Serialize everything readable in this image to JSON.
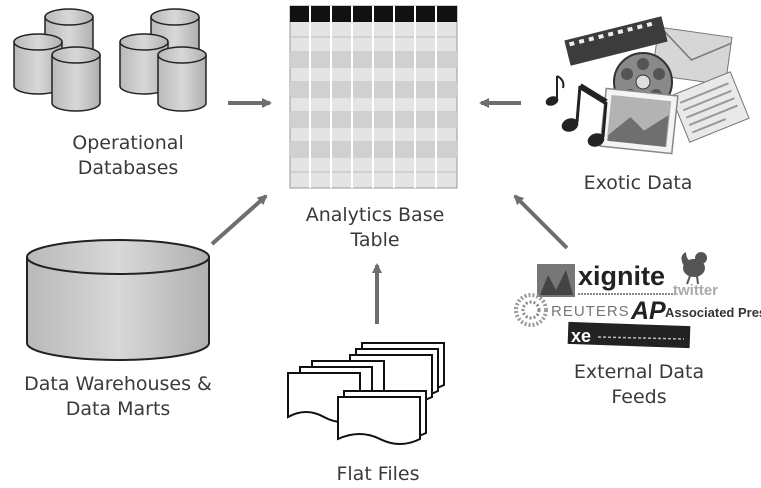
{
  "nodes": {
    "analytics_base_table": {
      "line1": "Analytics Base",
      "line2": "Table"
    },
    "operational_databases": {
      "line1": "Operational",
      "line2": "Databases"
    },
    "exotic_data": {
      "line1": "Exotic Data"
    },
    "data_warehouses": {
      "line1": "Data Warehouses &",
      "line2": "Data Marts"
    },
    "flat_files": {
      "line1": "Flat Files"
    },
    "external_feeds": {
      "line1": "External Data",
      "line2": "Feeds"
    }
  },
  "logos": {
    "xignite": "xignite",
    "twitter": "twitter",
    "reuters": "REUTERS",
    "ap": "AP",
    "associated_press": "Associated Press",
    "xe": "xe"
  },
  "edges": [
    {
      "from": "operational_databases",
      "to": "analytics_base_table"
    },
    {
      "from": "exotic_data",
      "to": "analytics_base_table"
    },
    {
      "from": "data_warehouses",
      "to": "analytics_base_table"
    },
    {
      "from": "flat_files",
      "to": "analytics_base_table"
    },
    {
      "from": "external_feeds",
      "to": "analytics_base_table"
    }
  ],
  "colors": {
    "arrow": "#6e6e6e",
    "cylinder_fill": "#c8c8c8",
    "cylinder_stroke": "#222222",
    "table_header": "#111111"
  }
}
